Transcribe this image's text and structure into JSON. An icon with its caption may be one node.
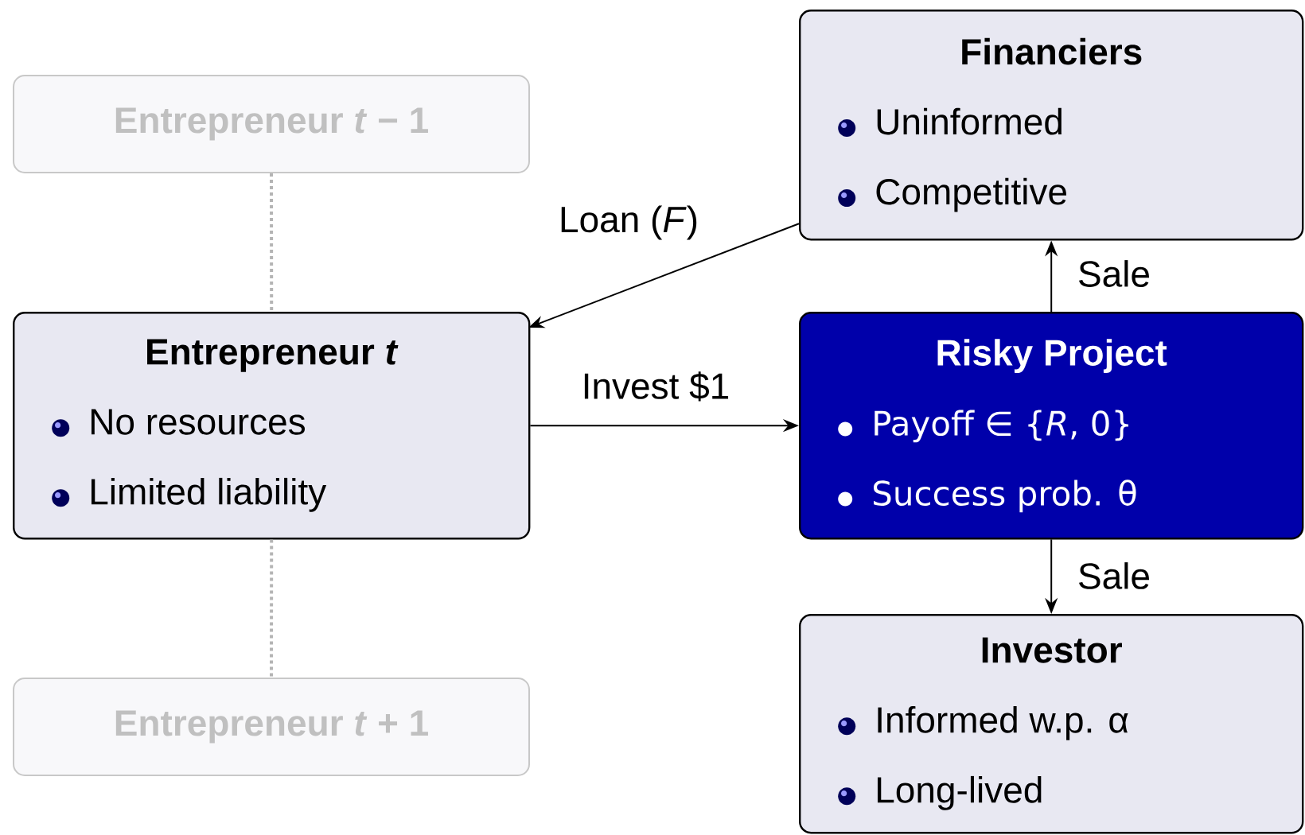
{
  "diagram": {
    "nodes": [
      {
        "text": [
          "Entrepreneur *t* − 1"
        ]
      },
      {
        "text": [
          "Financiers",
          "Uninformed",
          "Competitive"
        ]
      },
      {
        "text": [
          "Entrepreneur *t*",
          "No resources",
          "Limited liability"
        ]
      },
      {
        "text": [
          "Risky Project",
          "Payoff ∈ {*R*, 0}",
          "Success prob. θ"
        ]
      },
      {
        "text": [
          "Investor",
          "Informed w.p. α",
          "Long-lived"
        ]
      },
      {
        "text": [
          "Entrepreneur *t* + 1"
        ]
      }
    ],
    "edges": [
      {
        "from": 0,
        "to": 2,
        "arrow": "none",
        "style": "dashed",
        "color": "#b4b4b4"
      },
      {
        "from": 1,
        "to": 2,
        "arrow": "to",
        "label": "Loan (*F*)"
      },
      {
        "from": 2,
        "to": 3,
        "arrow": "to",
        "label": "Invest $1"
      },
      {
        "from": 3,
        "to": 1,
        "arrow": "to",
        "label": "Sale"
      },
      {
        "from": 3,
        "to": 4,
        "arrow": "to",
        "label": "Sale"
      },
      {
        "from": 2,
        "to": 5,
        "arrow": "none",
        "style": "dashed",
        "color": "#b4b4b4"
      }
    ]
  }
}
